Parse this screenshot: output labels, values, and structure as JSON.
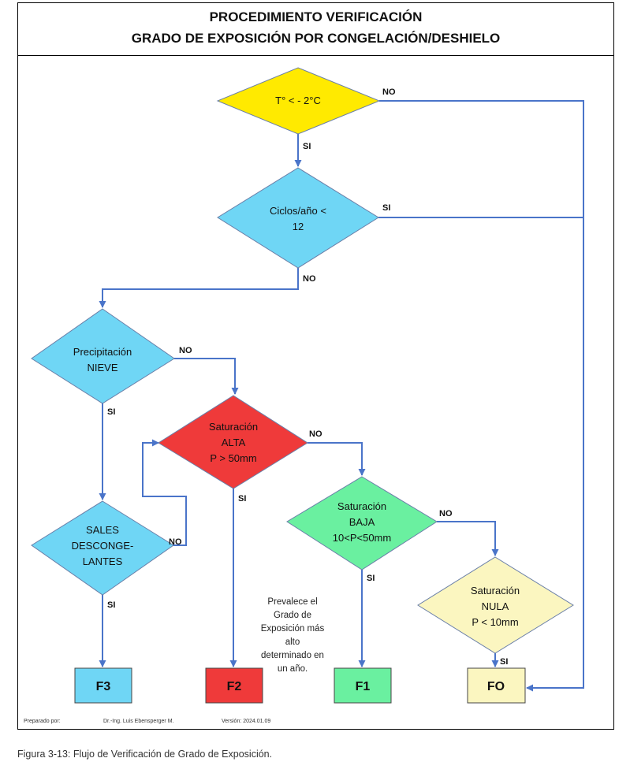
{
  "title": {
    "line1": "PROCEDIMIENTO VERIFICACIÓN",
    "line2": "GRADO DE EXPOSICIÓN POR CONGELACIÓN/DESHIELO"
  },
  "colors": {
    "yellow": "#ffea00",
    "blue": "#6fd6f5",
    "red": "#ef3a3a",
    "green": "#6af0a0",
    "cream": "#fbf6c0",
    "arrow": "#4a74c9"
  },
  "nodes": {
    "temp": {
      "line1": "T° < - 2°C"
    },
    "ciclos": {
      "line1": "Ciclos/año  <",
      "line2": "12"
    },
    "precip": {
      "line1": "Precipitación",
      "line2": "NIEVE"
    },
    "sales": {
      "line1": "SALES",
      "line2": "DESCONGE-",
      "line3": "LANTES"
    },
    "alta": {
      "line1": "Saturación",
      "line2": "ALTA",
      "line3": "P > 50mm"
    },
    "baja": {
      "line1": "Saturación",
      "line2": "BAJA",
      "line3": "10<P<50mm"
    },
    "nula": {
      "line1": "Saturación",
      "line2": "NULA",
      "line3": "P < 10mm"
    }
  },
  "outcomes": {
    "f3": "F3",
    "f2": "F2",
    "f1": "F1",
    "f0": "FO"
  },
  "edges": {
    "temp_no": "NO",
    "temp_si": "SI",
    "ciclos_si": "SI",
    "ciclos_no": "NO",
    "precip_no": "NO",
    "precip_si": "SI",
    "sales_no": "NO",
    "sales_si": "SI",
    "alta_no": "NO",
    "alta_si": "SI",
    "baja_no": "NO",
    "baja_si": "SI",
    "nula_si": "SI"
  },
  "note": {
    "line1": "Prevalece el",
    "line2": "Grado de",
    "line3": "Exposición más",
    "line4": "alto",
    "line5": "determinado en",
    "line6": "un año."
  },
  "footer": {
    "prepared_label": "Preparado por:",
    "author": "Dr.-Ing. Luis Ebensperger M.",
    "version": "Versión: 2024.01.09"
  },
  "caption": "Figura 3-13: Flujo de Verificación de Grado de Exposición."
}
